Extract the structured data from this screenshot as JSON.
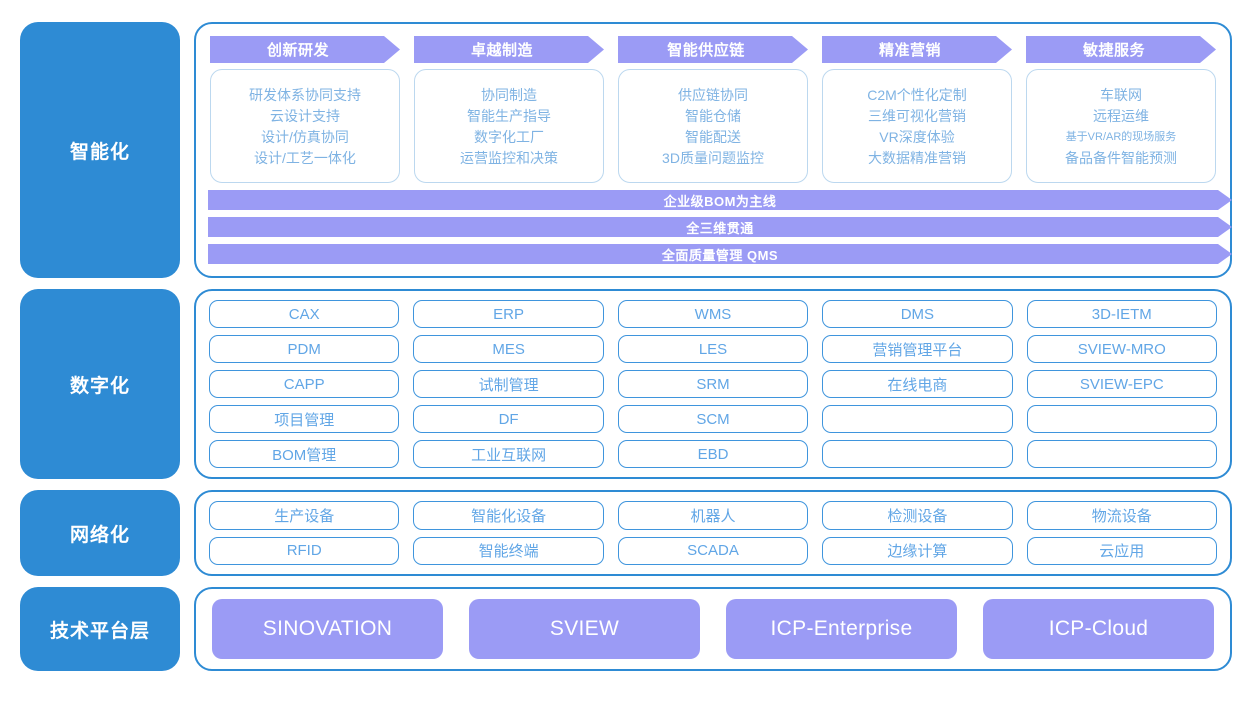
{
  "rows": [
    {
      "label": "智能化",
      "pillars": [
        {
          "title": "创新研发",
          "items": [
            {
              "text": "研发体系协同支持",
              "small": false
            },
            {
              "text": "云设计支持",
              "small": false
            },
            {
              "text": "设计/仿真协同",
              "small": false
            },
            {
              "text": "设计/工艺一体化",
              "small": false
            }
          ]
        },
        {
          "title": "卓越制造",
          "items": [
            {
              "text": "协同制造",
              "small": false
            },
            {
              "text": "智能生产指导",
              "small": false
            },
            {
              "text": "数字化工厂",
              "small": false
            },
            {
              "text": "运营监控和决策",
              "small": false
            }
          ]
        },
        {
          "title": "智能供应链",
          "items": [
            {
              "text": "供应链协同",
              "small": false
            },
            {
              "text": "智能仓储",
              "small": false
            },
            {
              "text": "智能配送",
              "small": false
            },
            {
              "text": "3D质量问题监控",
              "small": false
            }
          ]
        },
        {
          "title": "精准营销",
          "items": [
            {
              "text": "C2M个性化定制",
              "small": false
            },
            {
              "text": "三维可视化营销",
              "small": false
            },
            {
              "text": "VR深度体验",
              "small": false
            },
            {
              "text": "大数据精准营销",
              "small": false
            }
          ]
        },
        {
          "title": "敏捷服务",
          "items": [
            {
              "text": "车联网",
              "small": false
            },
            {
              "text": "远程运维",
              "small": false
            },
            {
              "text": "基于VR/AR的现场服务",
              "small": true
            },
            {
              "text": "备品备件智能预测",
              "small": false
            }
          ]
        }
      ],
      "banners": [
        "企业级BOM为主线",
        "全三维贯通",
        "全面质量管理 QMS"
      ]
    },
    {
      "label": "数字化",
      "columns": [
        [
          "CAX",
          "PDM",
          "CAPP",
          "项目管理",
          "BOM管理"
        ],
        [
          "ERP",
          "MES",
          "试制管理",
          "DF",
          "工业互联网"
        ],
        [
          "WMS",
          "LES",
          "SRM",
          "SCM",
          "EBD"
        ],
        [
          "DMS",
          "营销管理平台",
          "在线电商",
          "",
          ""
        ],
        [
          "3D-IETM",
          "SVIEW-MRO",
          "SVIEW-EPC",
          "",
          ""
        ]
      ]
    },
    {
      "label": "网络化",
      "columns": [
        [
          "生产设备",
          "RFID"
        ],
        [
          "智能化设备",
          "智能终端"
        ],
        [
          "机器人",
          "SCADA"
        ],
        [
          "检测设备",
          "边缘计算"
        ],
        [
          "物流设备",
          "云应用"
        ]
      ]
    },
    {
      "label": "技术平台层",
      "platforms": [
        "SINOVATION",
        "SVIEW",
        "ICP-Enterprise",
        "ICP-Cloud"
      ]
    }
  ],
  "colors": {
    "brand_blue": "#2e8bd4",
    "accent_purple": "#9b9bf5",
    "card_border_blue": "#3f95dd",
    "card_text_blue": "#61a6e6",
    "pillar_text_blue": "#7fb3e3",
    "pillar_border": "#bcd8ef",
    "background": "#ffffff"
  }
}
